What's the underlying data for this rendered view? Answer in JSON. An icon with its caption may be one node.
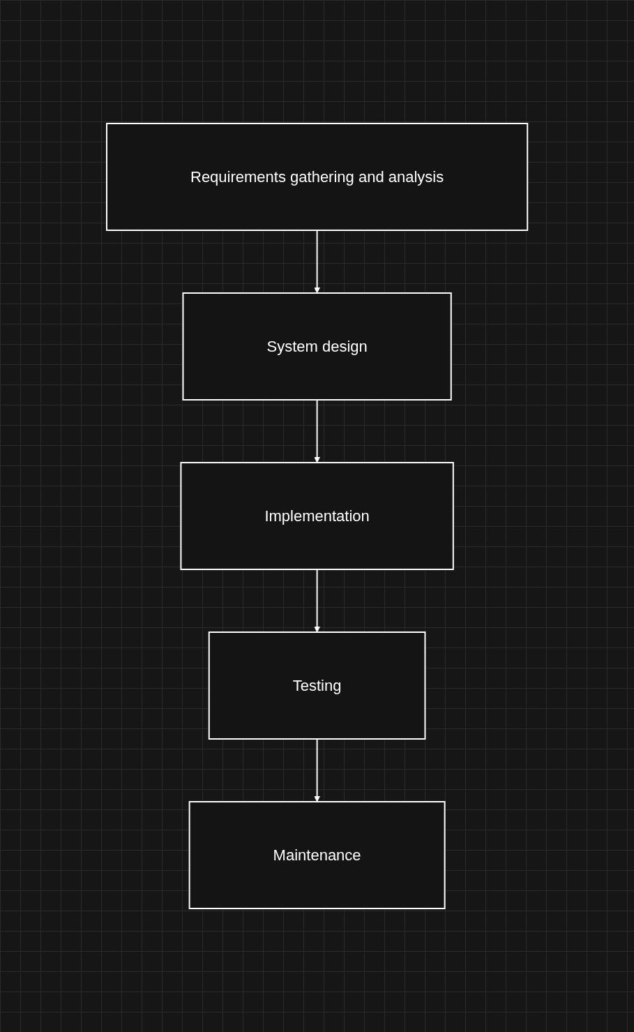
{
  "diagram": {
    "nodes": [
      {
        "text": [
          "Requirements gathering and analysis"
        ]
      },
      {
        "text": [
          "System design"
        ]
      },
      {
        "text": [
          "Implementation"
        ]
      },
      {
        "text": [
          "Testing"
        ]
      },
      {
        "text": [
          "Maintenance"
        ]
      }
    ],
    "edges": [
      {
        "from": 0,
        "to": 1,
        "arrow": "to"
      },
      {
        "from": 1,
        "to": 2,
        "arrow": "to"
      },
      {
        "from": 2,
        "to": 3,
        "arrow": "to"
      },
      {
        "from": 3,
        "to": 4,
        "arrow": "to"
      }
    ]
  }
}
